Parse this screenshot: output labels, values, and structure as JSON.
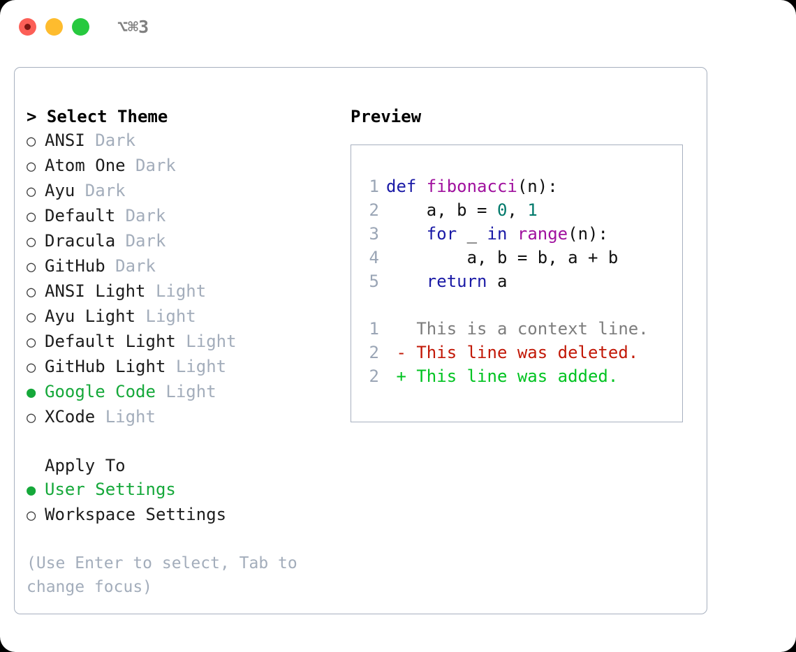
{
  "titlebar": {
    "shortcut": "⌥⌘3",
    "lights": [
      "close-red",
      "minimize-yellow",
      "zoom-green"
    ]
  },
  "colors": {
    "selected_green": "#15a83a",
    "muted_grey": "#a3adbb",
    "border": "#a7b0bf",
    "keyword_blue": "#1a1aa6",
    "function_purple": "#a0119e",
    "number_teal": "#00796b",
    "diff_delete_red": "#c21807",
    "diff_add_green": "#00c321",
    "context_grey": "#7d7d7d",
    "lineno_grey": "#9aa5b5"
  },
  "theme_picker": {
    "heading": "> Select Theme",
    "marker_unselected": "○",
    "marker_selected": "●",
    "items": [
      {
        "name": "ANSI",
        "variant": "Dark",
        "selected": false
      },
      {
        "name": "Atom One",
        "variant": "Dark",
        "selected": false
      },
      {
        "name": "Ayu",
        "variant": "Dark",
        "selected": false
      },
      {
        "name": "Default",
        "variant": "Dark",
        "selected": false
      },
      {
        "name": "Dracula",
        "variant": "Dark",
        "selected": false
      },
      {
        "name": "GitHub",
        "variant": "Dark",
        "selected": false
      },
      {
        "name": "ANSI Light",
        "variant": "Light",
        "selected": false
      },
      {
        "name": "Ayu Light",
        "variant": "Light",
        "selected": false
      },
      {
        "name": "Default Light",
        "variant": "Light",
        "selected": false
      },
      {
        "name": "GitHub Light",
        "variant": "Light",
        "selected": false
      },
      {
        "name": "Google Code",
        "variant": "Light",
        "selected": true
      },
      {
        "name": "XCode",
        "variant": "Light",
        "selected": false
      }
    ]
  },
  "apply_to": {
    "heading": "Apply To",
    "items": [
      {
        "name": "User Settings",
        "selected": true
      },
      {
        "name": "Workspace Settings",
        "selected": false
      }
    ]
  },
  "hint": "(Use Enter to select, Tab to change focus)",
  "preview": {
    "heading": "Preview",
    "code_lines": [
      {
        "no": "1",
        "tokens": [
          {
            "t": "def ",
            "c": "kw"
          },
          {
            "t": "fibonacci",
            "c": "fn"
          },
          {
            "t": "(n):",
            "c": "pl"
          }
        ]
      },
      {
        "no": "2",
        "tokens": [
          {
            "t": "    a, b = ",
            "c": "pl"
          },
          {
            "t": "0",
            "c": "num"
          },
          {
            "t": ", ",
            "c": "pl"
          },
          {
            "t": "1",
            "c": "num"
          }
        ]
      },
      {
        "no": "3",
        "tokens": [
          {
            "t": "    ",
            "c": "pl"
          },
          {
            "t": "for",
            "c": "kw"
          },
          {
            "t": " _ ",
            "c": "pl"
          },
          {
            "t": "in",
            "c": "kw"
          },
          {
            "t": " ",
            "c": "pl"
          },
          {
            "t": "range",
            "c": "fn"
          },
          {
            "t": "(n):",
            "c": "pl"
          }
        ]
      },
      {
        "no": "4",
        "tokens": [
          {
            "t": "        a, b = b, a + b",
            "c": "pl"
          }
        ]
      },
      {
        "no": "5",
        "tokens": [
          {
            "t": "    ",
            "c": "pl"
          },
          {
            "t": "return",
            "c": "kw"
          },
          {
            "t": " a",
            "c": "pl"
          }
        ]
      }
    ],
    "diff_lines": [
      {
        "no": "1",
        "tokens": [
          {
            "t": "   This is a context line.",
            "c": "ctx"
          }
        ]
      },
      {
        "no": "2",
        "tokens": [
          {
            "t": " - This line was deleted.",
            "c": "del"
          }
        ]
      },
      {
        "no": "2",
        "tokens": [
          {
            "t": " + This line was added.",
            "c": "add"
          }
        ]
      }
    ]
  }
}
